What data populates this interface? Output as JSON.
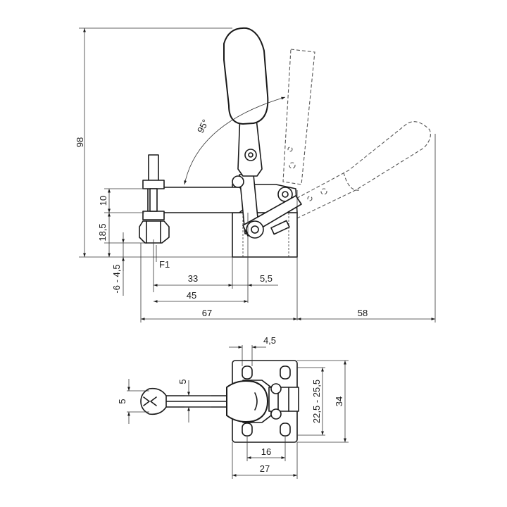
{
  "dimensions": {
    "height_total": "98",
    "height_10": "10",
    "height_18_5": "18,5",
    "range_neg6_4_5": "-6 - 4,5",
    "force_label": "F1",
    "len_33": "33",
    "len_5_5": "5,5",
    "len_45": "45",
    "len_67": "67",
    "len_58": "58",
    "angle_95": "95°",
    "top_4_5": "4,5",
    "bar_5_left": "5",
    "bar_5_right": "5",
    "slot_22_5_25_5": "22,5 - 25,5",
    "base_34": "34",
    "hole_16": "16",
    "base_27": "27"
  }
}
